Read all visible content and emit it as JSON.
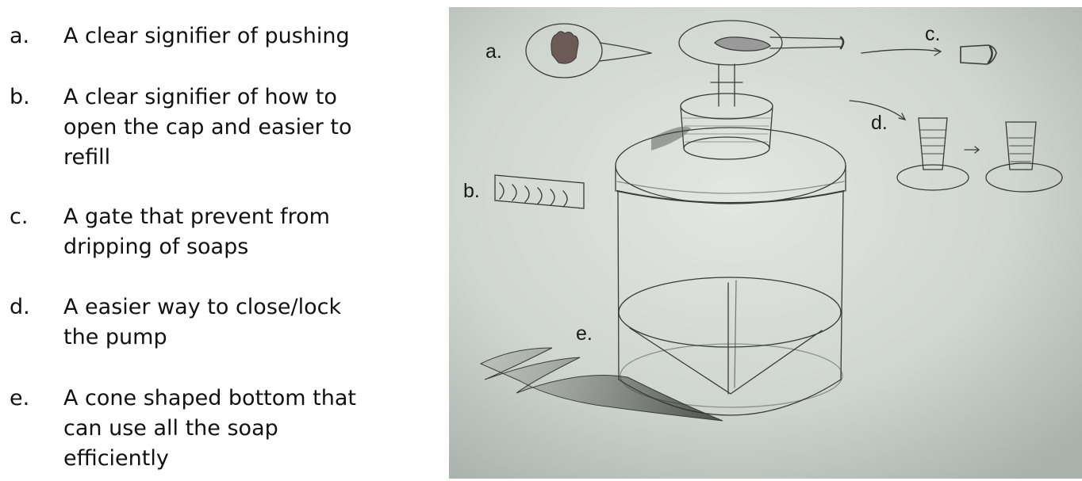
{
  "features": [
    {
      "marker": "a.",
      "text": "A clear signifier of pushing"
    },
    {
      "marker": "b.",
      "text": "A clear signifier of how to\nopen the cap and easier to\nrefill"
    },
    {
      "marker": "c.",
      "text": "A gate that prevent from\ndripping of soaps"
    },
    {
      "marker": "d.",
      "text": "A easier way to close/lock\nthe pump"
    },
    {
      "marker": "e.",
      "text": "A cone shaped bottom that\ncan use all the soap\nefficiently"
    }
  ],
  "sketch": {
    "labels": {
      "a": "a.",
      "b": "b.",
      "c": "c.",
      "d": "d.",
      "e": "e."
    }
  },
  "colors": {
    "paper": "#cfd4cf",
    "pencil": "#3a3a3a",
    "text": "#111111"
  }
}
